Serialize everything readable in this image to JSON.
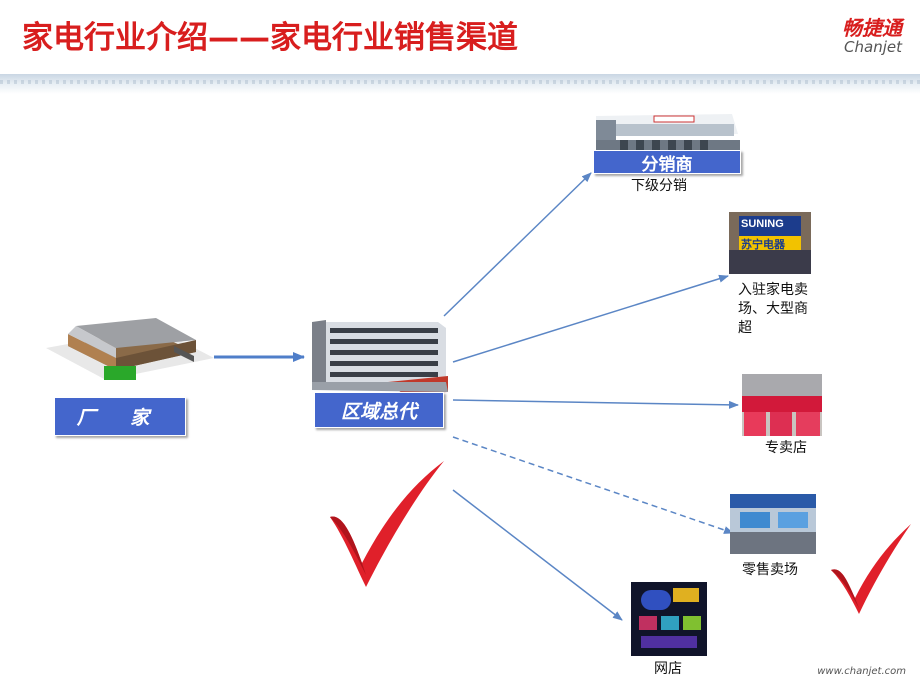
{
  "slide": {
    "title": "家电行业介绍——家电行业销售渠道",
    "logo_cn": "畅捷通",
    "logo_en": "Chanjet",
    "footer_url": "www.chanjet.com"
  },
  "nodes": {
    "factory": "厂 家",
    "regional_agent": "区域总代",
    "distributor": "分销商"
  },
  "channels": {
    "sub_distribution": "下级分销",
    "appliance_mall": "入驻家电卖场、大型商超",
    "specialty_store": "专卖店",
    "retail_market": "零售卖场",
    "online_store": "网店"
  },
  "photo_text": {
    "mall_sign": "SUNING",
    "mall_sign_cn": "苏宁电器"
  },
  "colors": {
    "title": "#d81e1e",
    "box": "#4466cc",
    "arrow": "#5b86c5",
    "check": "#e0202a"
  }
}
